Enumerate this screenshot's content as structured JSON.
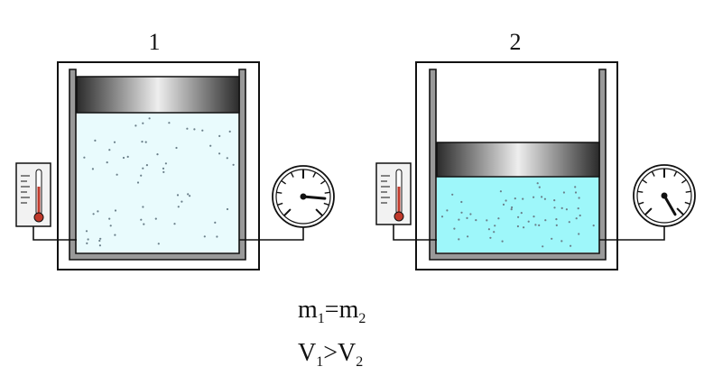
{
  "containers": [
    {
      "label": "1",
      "gas_color": "#e9fbfd",
      "dial_angle_deg": 95
    },
    {
      "label": "2",
      "gas_color": "#9ef7fa",
      "dial_angle_deg": 150
    }
  ],
  "equations": {
    "mass": {
      "left_base": "m",
      "left_sub": "1",
      "op": "=",
      "right_base": "m",
      "right_sub": "2"
    },
    "volume": {
      "left_base": "V",
      "left_sub": "1",
      "op": ">",
      "right_base": "V",
      "right_sub": "2"
    }
  },
  "colors": {
    "wall": "#999999",
    "outline": "#111111",
    "thermometer_fluid": "#c0392b"
  },
  "icons": [
    "thermometer-icon",
    "pressure-gauge-icon",
    "piston-icon"
  ]
}
